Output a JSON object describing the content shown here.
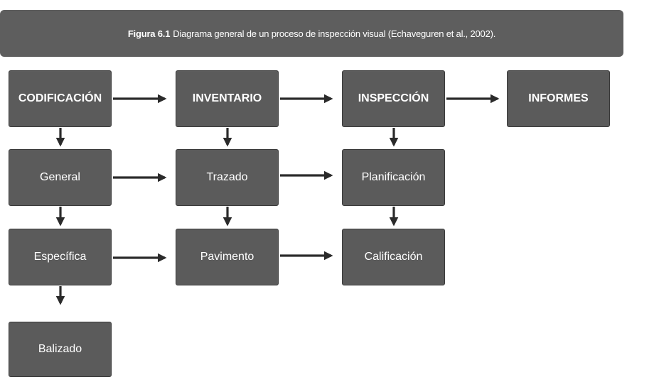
{
  "caption": {
    "label": "Figura 6.1",
    "text": "Diagrama general de un proceso de inspección visual (Echaveguren et al., 2002)."
  },
  "nodes": {
    "codificacion": "CODIFICACIÓN",
    "inventario": "INVENTARIO",
    "inspeccion": "INSPECCIÓN",
    "informes": "INFORMES",
    "general": "General",
    "trazado": "Trazado",
    "planificacion": "Planificación",
    "especifica": "Específica",
    "pavimento": "Pavimento",
    "calificacion": "Calificación",
    "balizado": "Balizado"
  },
  "colors": {
    "node_fill": "#5b5b5b",
    "caption_fill": "#5e5e5e",
    "arrow": "#2b2b2b",
    "text": "#ffffff"
  }
}
